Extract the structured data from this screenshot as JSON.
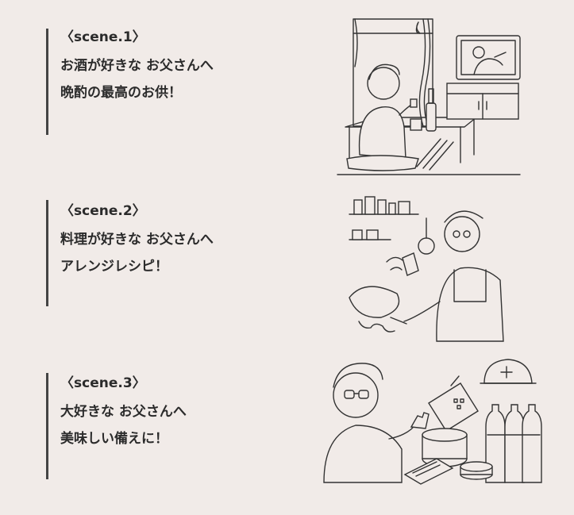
{
  "scenes": [
    {
      "label": "〈scene.1〉",
      "line1": "お酒が好きな お父さんへ",
      "line2": "晩酌の最高のお供！",
      "illustration": "father-drinking-sake-watching-tv"
    },
    {
      "label": "〈scene.2〉",
      "line1": "料理が好きな お父さんへ",
      "line2": "アレンジレシピ！",
      "illustration": "father-cooking-with-wok"
    },
    {
      "label": "〈scene.3〉",
      "line1": "大好きな お父さんへ",
      "line2": "美味しい備えに！",
      "illustration": "father-with-emergency-supplies"
    }
  ]
}
